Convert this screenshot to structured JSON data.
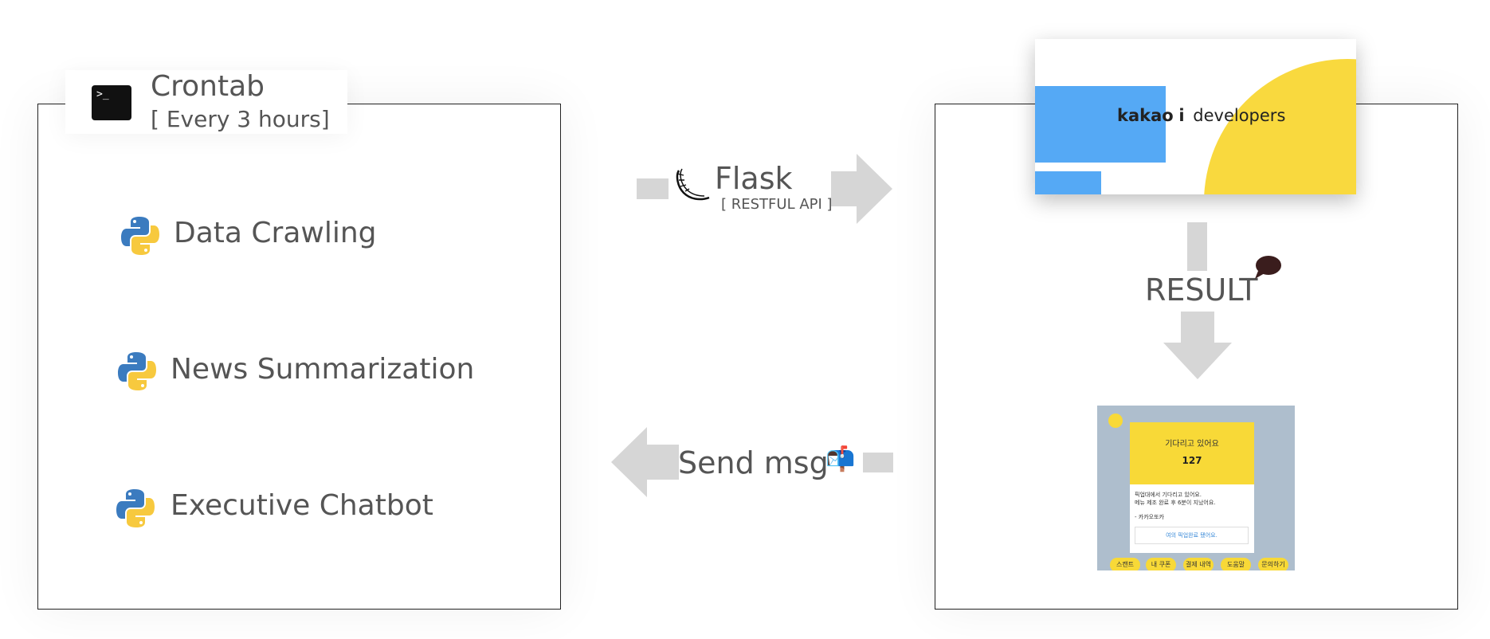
{
  "crontab": {
    "title": "Crontab",
    "schedule": "[ Every 3 hours]",
    "items": [
      {
        "label": "Data Crawling"
      },
      {
        "label": "News Summarization"
      },
      {
        "label": "Executive Chatbot"
      }
    ]
  },
  "flask": {
    "title": "Flask",
    "subtitle": "[ RESTFUL API ]"
  },
  "kakao": {
    "brand": "kakao",
    "brand_i": "i",
    "brand_suffix": "developers"
  },
  "result": {
    "label": "RESULT"
  },
  "send": {
    "label": "Send msg",
    "emoji": "📬"
  },
  "chat_preview": {
    "card_title": "기다리고 있어요",
    "card_number": "127",
    "line1": "픽업대에서 기다리고 있어요.",
    "line2": "메뉴 제조 완료 후 6분이 지났어요.",
    "signature": "- 카카오또카",
    "button": "여의 픽업완료 됐어요.",
    "chips": [
      "스캔트",
      "내 쿠폰",
      "결제 내역",
      "도움말",
      "문의하기"
    ]
  },
  "colors": {
    "arrow": "#d6d6d6",
    "kakao_blue": "#55a9f5",
    "kakao_yellow": "#f9d93e",
    "phone_bg": "#aebecd",
    "chip_yellow": "#f8d937",
    "text_gray": "#555555"
  }
}
